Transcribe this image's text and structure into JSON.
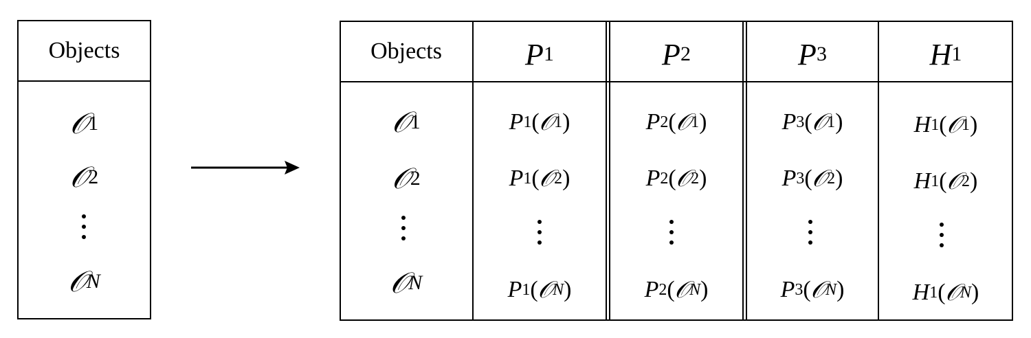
{
  "left_table": {
    "header": "Objects",
    "rows": [
      {
        "sym": "𝒪",
        "sub": "1"
      },
      {
        "sym": "𝒪",
        "sub": "2"
      },
      {
        "sym": "𝒪",
        "sub": "N"
      }
    ]
  },
  "right_table": {
    "headers": [
      {
        "text": "Objects"
      },
      {
        "base": "P",
        "sub": "1"
      },
      {
        "base": "P",
        "sub": "2"
      },
      {
        "base": "P",
        "sub": "3"
      },
      {
        "base": "H",
        "sub": "1"
      }
    ],
    "object_rows": [
      {
        "sym": "𝒪",
        "sub": "1"
      },
      {
        "sym": "𝒪",
        "sub": "2"
      },
      {
        "sym": "𝒪",
        "sub": "N"
      }
    ],
    "columns": [
      {
        "base": "P",
        "sub": "1"
      },
      {
        "base": "P",
        "sub": "2"
      },
      {
        "base": "P",
        "sub": "3"
      },
      {
        "base": "H",
        "sub": "1"
      }
    ],
    "open_paren": "(",
    "close_paren": ")"
  }
}
